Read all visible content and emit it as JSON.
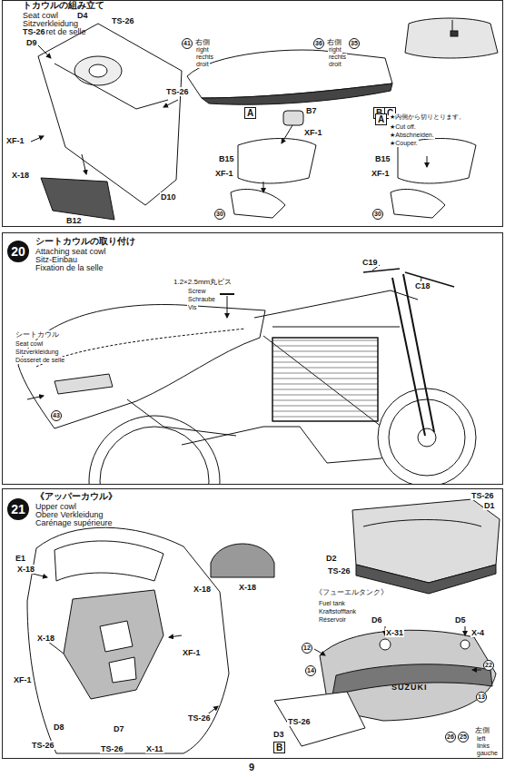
{
  "diagram": {
    "nodes": [
      {
        "text": [
          "トカウルの組み立て",
          "Seat cowl",
          "Sitzverkleidung",
          "Dosseret de selle"
        ]
      },
      {
        "text": [
          "A"
        ],
        "in": 0
      },
      {
        "text": [
          "B"
        ],
        "in": 0
      },
      {
        "text": [
          "C"
        ],
        "in": 0
      },
      {
        "text": [
          "A"
        ],
        "in": 0
      },
      {
        "text": [
          "シートカウルの取り付け",
          "Attaching seat cowl",
          "Sitz-Einbau",
          "Fixation de la selle"
        ]
      },
      {
        "text": [
          "20"
        ],
        "in": 5
      },
      {
        "text": [
          "《アッパーカウル》",
          "Upper cowl",
          "Obere Verkleidung",
          "Carénage supérieure"
        ]
      },
      {
        "text": [
          "21"
        ],
        "in": 7
      },
      {
        "text": [
          "B"
        ],
        "in": 7
      }
    ],
    "labels": [
      "D4",
      "TS-26",
      "TS-26",
      "D9",
      "TS-26",
      "XF-1",
      "X-18",
      "B12",
      "D10",
      "41",
      "右側",
      "right",
      "rechts",
      "droit",
      "36",
      "右側",
      "35",
      "right",
      "rechts",
      "droit",
      "B7",
      "XF-1",
      "B15",
      "XF-1",
      "30",
      "B15",
      "XF-1",
      "30",
      "★内側から切りとります。",
      "★Cut off.",
      "★Abschneiden.",
      "★Couper.",
      "1.2×2.5mm丸ビス",
      "Screw",
      "Schraube",
      "Vis",
      "C19",
      "C18",
      "シートカウル",
      "Seat cowl",
      "Sitzverkleidung",
      "Dosseret de selle",
      "43",
      "X-18",
      "E1",
      "X-18",
      "X-18",
      "X-18",
      "XF-1",
      "XF-1",
      "TS-26",
      "D8",
      "TS-26",
      "D7",
      "TS-26",
      "X-11",
      "TS-26",
      "D1",
      "D2",
      "TS-26",
      "《フューエルタンク》",
      "Fuel tank",
      "Kraftstofftank",
      "Réservoir",
      "D6",
      "X-31",
      "D5",
      "X-4",
      "12",
      "14",
      "22",
      "13",
      "SUZUKI",
      "TS-26",
      "D3",
      "26",
      "25",
      "左側",
      "left",
      "links",
      "gauche",
      "9"
    ]
  }
}
